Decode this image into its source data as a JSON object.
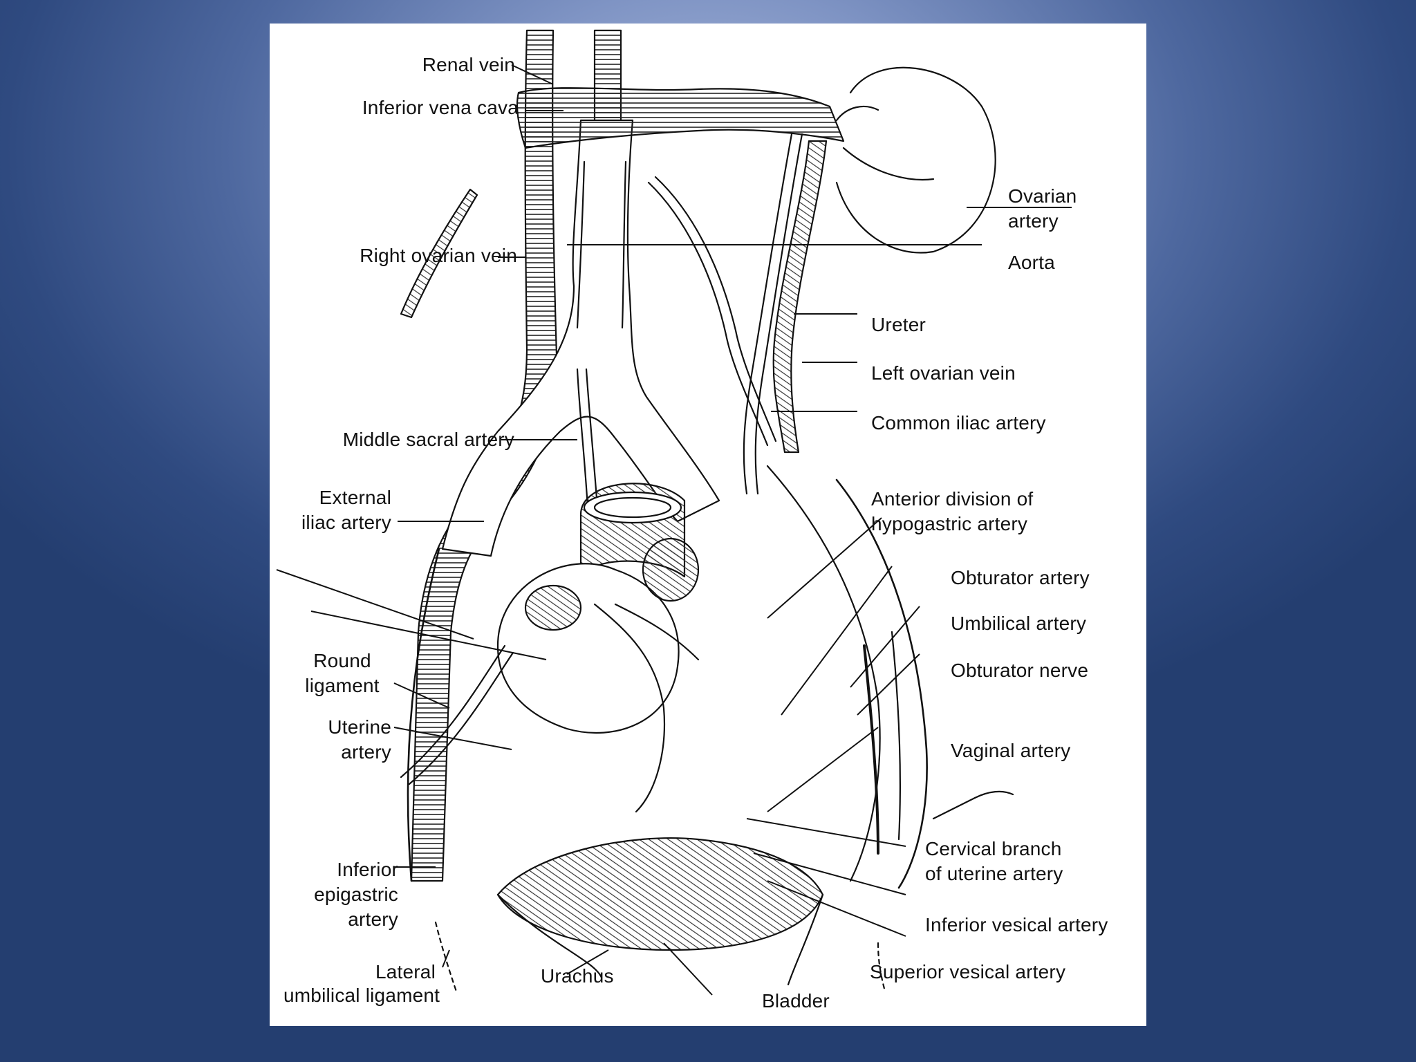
{
  "labels": {
    "renal_vein": "Renal vein",
    "inferior_vena_cava": "Inferior vena cava",
    "right_ovarian_vein": "Right ovarian vein",
    "middle_sacral_artery": "Middle sacral artery",
    "external_iliac_artery": [
      "External",
      "iliac artery"
    ],
    "round_ligament": [
      "Round",
      "ligament"
    ],
    "uterine_artery": [
      "Uterine",
      "artery"
    ],
    "inferior_epigastric_artery": [
      "Inferior",
      "epigastric",
      "artery"
    ],
    "lateral_umbilical_ligament": [
      "Lateral",
      "umbilical ligament"
    ],
    "urachus": "Urachus",
    "bladder": "Bladder",
    "ovarian_artery": [
      "Ovarian",
      "artery"
    ],
    "aorta": "Aorta",
    "ureter": "Ureter",
    "left_ovarian_vein": "Left ovarian vein",
    "common_iliac_artery": "Common iliac artery",
    "anterior_division_hypogastric_artery": [
      "Anterior division of",
      "hypogastric artery"
    ],
    "obturator_artery": "Obturator artery",
    "umbilical_artery": "Umbilical artery",
    "obturator_nerve": "Obturator nerve",
    "vaginal_artery": "Vaginal artery",
    "cervical_branch_uterine_artery": [
      "Cervical branch",
      "of uterine artery"
    ],
    "inferior_vesical_artery": "Inferior vesical artery",
    "superior_vesical_artery": "Superior vesical artery"
  },
  "colors": {
    "background_center": "#a7b7da",
    "background_edge": "#243e70",
    "panel": "#ffffff",
    "ink": "#111111"
  }
}
